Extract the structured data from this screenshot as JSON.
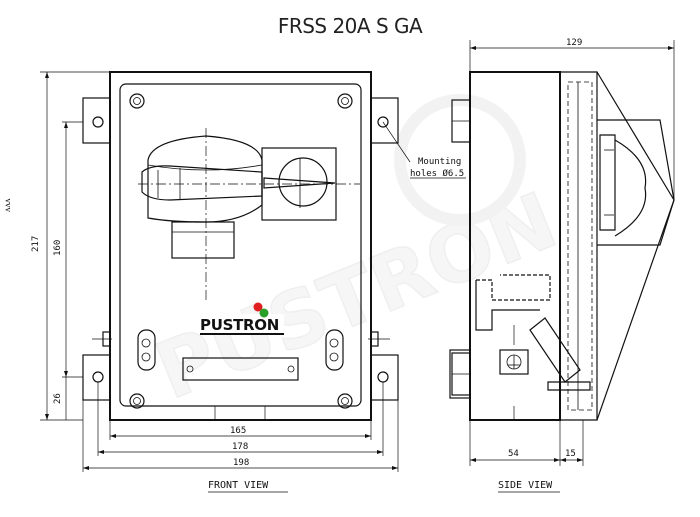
{
  "title": "FRSS 20A S GA",
  "watermark": "PUSTRON",
  "logo_text": "PUSTRON",
  "views": {
    "front": "FRONT VIEW",
    "side": "SIDE VIEW"
  },
  "dimensions": {
    "height_total": "217",
    "height_160": "160",
    "height_26": "26",
    "small_left": "ᴧᴧᴧ",
    "width_165": "165",
    "width_178": "178",
    "width_198": "198",
    "side_129": "129",
    "side_54": "54",
    "side_15": "15"
  },
  "annotation": {
    "line1": "Mounting",
    "line2": "holes Ø6.5"
  },
  "colors": {
    "logo_red": "#e02020",
    "logo_green": "#2aa02a",
    "line": "#111111",
    "watermark": "#e6e6e6"
  }
}
